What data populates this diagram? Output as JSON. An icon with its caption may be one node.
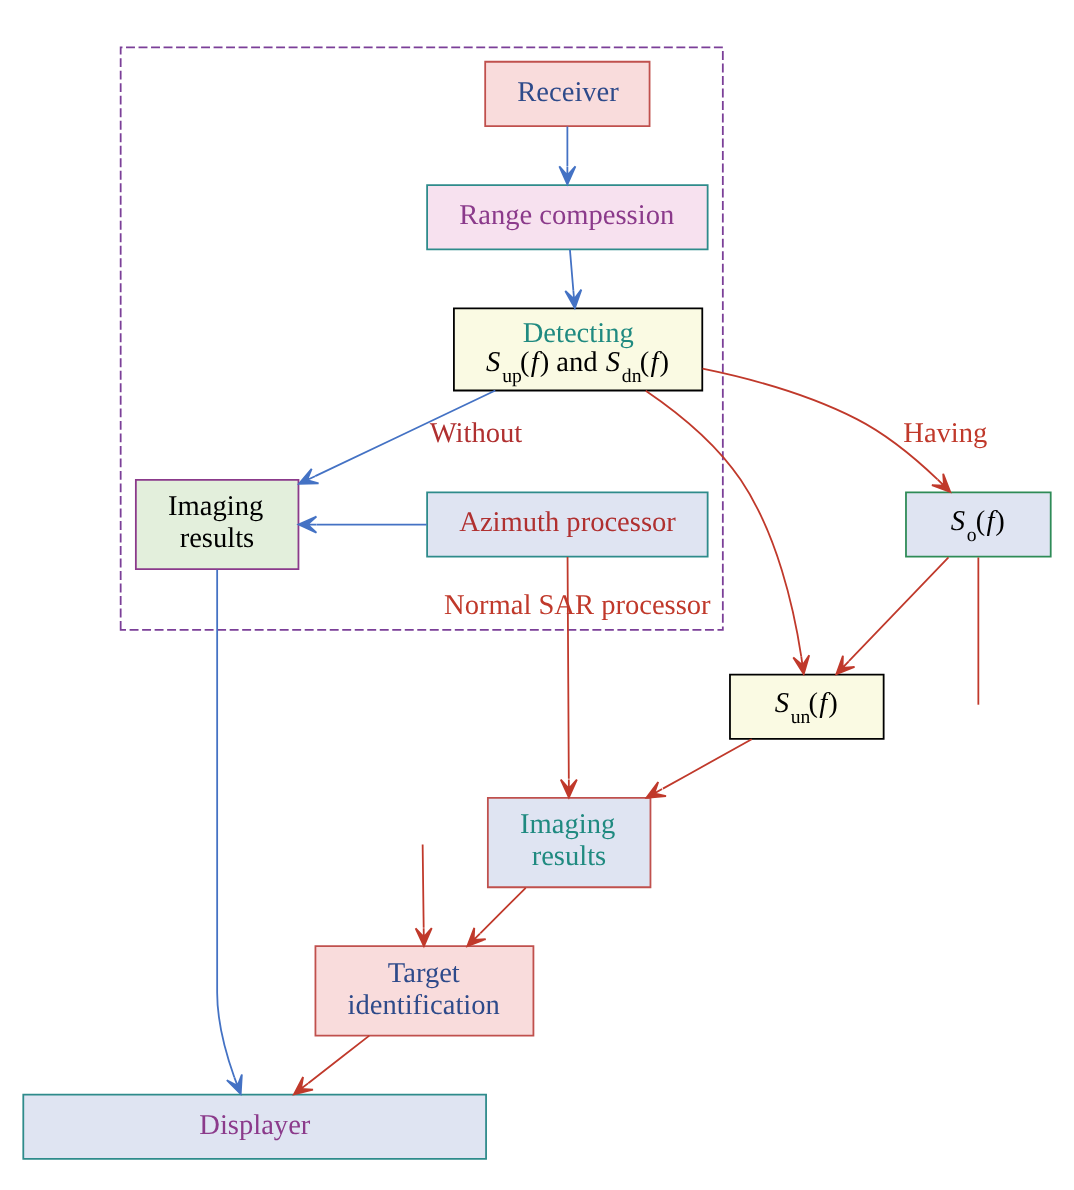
{
  "diagram": {
    "nodes": [
      {
        "text": [
          "Normal SAR processor"
        ]
      },
      {
        "text": [
          "Receiver"
        ],
        "in": 0
      },
      {
        "text": [
          "Range compession"
        ],
        "in": 0
      },
      {
        "text": [
          "Detecting",
          "*S*$_{up}$(*f*) and *S*$_{dn}$(*f*)"
        ],
        "in": 0
      },
      {
        "text": [
          "Imaging results"
        ],
        "in": 0
      },
      {
        "text": [
          "Azimuth processor"
        ],
        "in": 0
      },
      {
        "text": [
          "*S*$_{o}$(*f*)"
        ]
      },
      {
        "text": [
          "*S*$_{un}$(*f*)"
        ]
      },
      {
        "text": [
          "Imaging results"
        ]
      },
      {
        "text": [
          "Target identification"
        ]
      },
      {
        "text": [
          "Displayer"
        ]
      }
    ],
    "edges": [
      {
        "from": 1,
        "to": 2,
        "arrow": "to",
        "color": "#4472c4"
      },
      {
        "from": 2,
        "to": 3,
        "arrow": "to",
        "color": "#4472c4"
      },
      {
        "from": 3,
        "to": 6,
        "arrow": "to",
        "label": "Having"
      },
      {
        "from": 3,
        "to": 7,
        "arrow": "to"
      },
      {
        "from": 6,
        "to": 7,
        "arrow": "to"
      },
      {
        "from": 3,
        "to": 4,
        "arrow": "to",
        "label": "Without",
        "color": "#4472c4"
      },
      {
        "from": 5,
        "to": 4,
        "arrow": "to",
        "color": "#4472c4"
      },
      {
        "from": 5,
        "to": 8,
        "arrow": "to"
      },
      {
        "from": 7,
        "to": 8,
        "arrow": "to"
      },
      {
        "from": 8,
        "to": 9,
        "arrow": "to"
      },
      {
        "from": 4,
        "to": 10,
        "arrow": "to",
        "color": "#4472c4"
      },
      {
        "from": 9,
        "to": 10,
        "arrow": "to"
      },
      {
        "from": 6,
        "to": null,
        "arrow": "none"
      },
      {
        "from": null,
        "to": 9,
        "arrow": "to"
      }
    ]
  }
}
